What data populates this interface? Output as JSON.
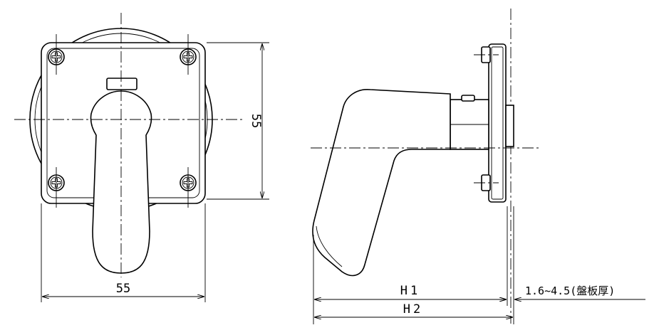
{
  "front_view": {
    "width_dim": "55",
    "height_dim": "55"
  },
  "side_view": {
    "h1_label": "H1",
    "h2_label": "H2",
    "panel_thickness": "1.6~4.5(盤板厚)"
  }
}
